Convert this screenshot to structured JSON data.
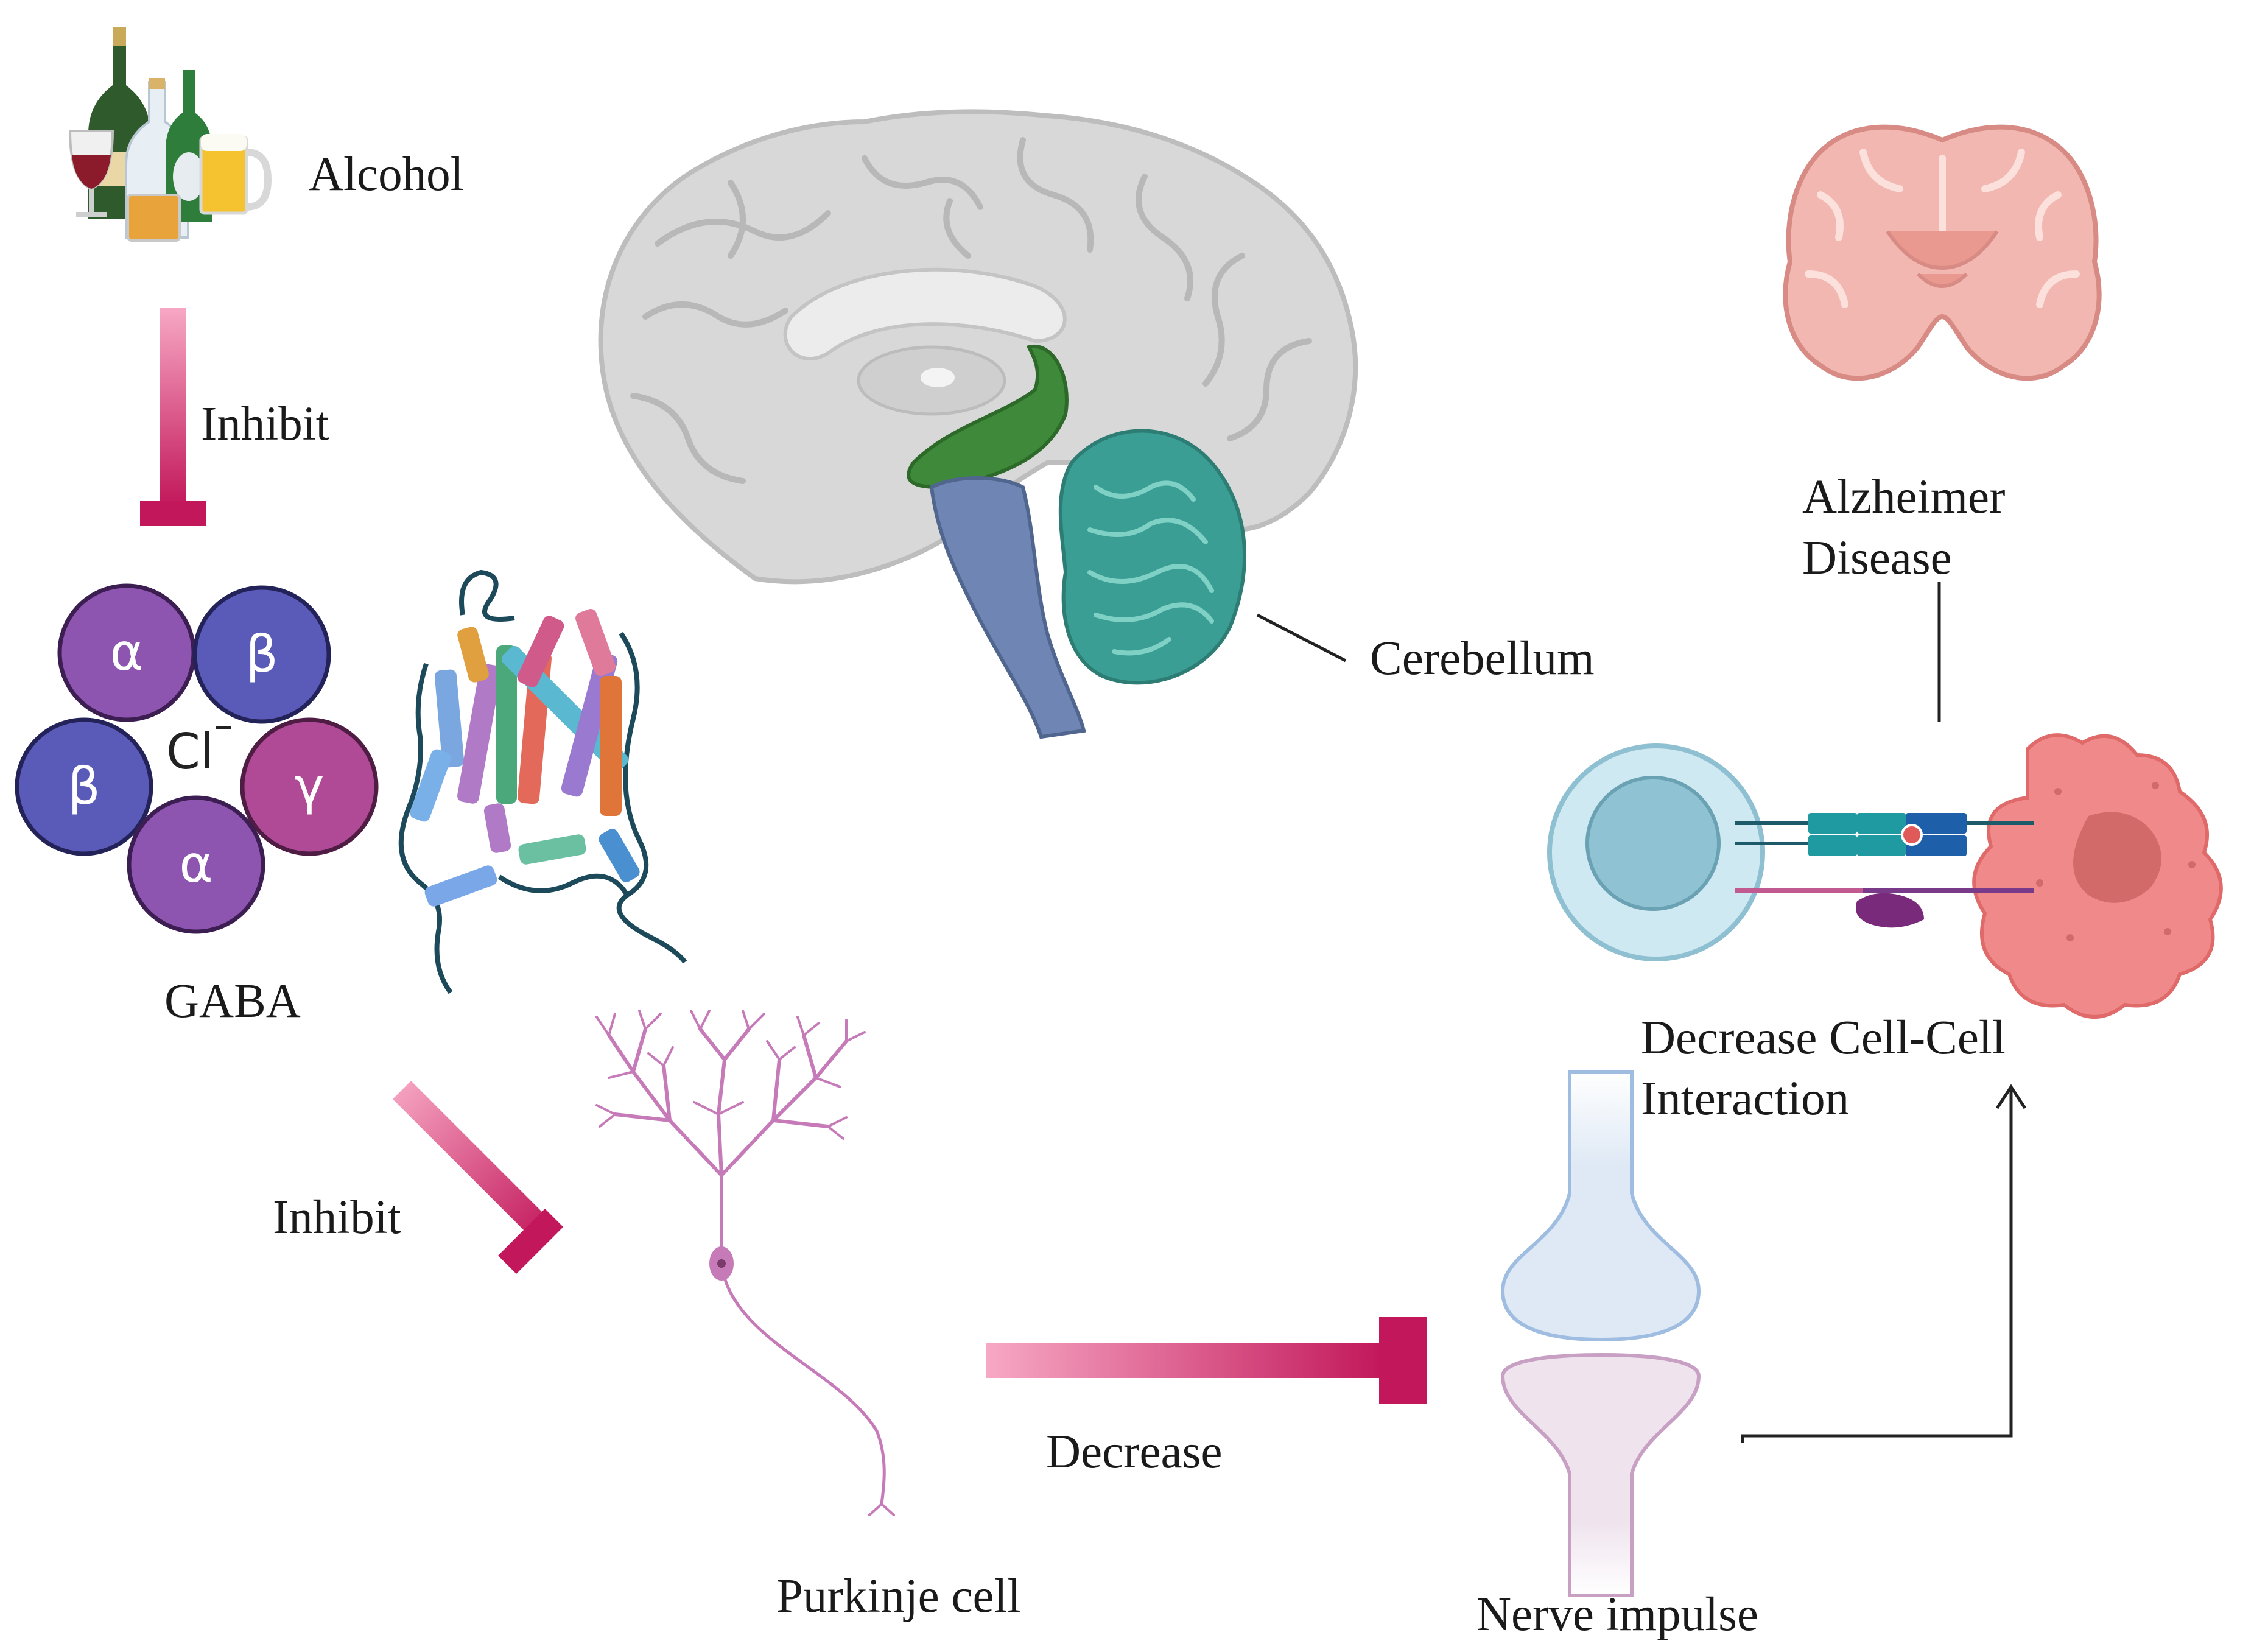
{
  "labels": {
    "alcohol": "Alcohol",
    "inhibit_1": "Inhibit",
    "gaba": "GABA",
    "inhibit_2": "Inhibit",
    "cerebellum": "Cerebellum",
    "alzheimer_line1": "Alzheimer",
    "alzheimer_line2": "Disease",
    "decrease_interaction_line1": "Decrease Cell-Cell",
    "decrease_interaction_line2": "Interaction",
    "decrease": "Decrease",
    "purkinje": "Purkinje cell",
    "nerve_impulse": "Nerve impulse"
  },
  "gaba_subunits": {
    "alpha": "α",
    "beta": "β",
    "gamma": "γ",
    "chloride": "Cl"
  },
  "colors": {
    "inhibit_arrow_dark": "#c2185b",
    "inhibit_arrow_light": "#f7a8c4",
    "subunit_alpha": "#8e55b0",
    "subunit_beta": "#5a5ab8",
    "subunit_gamma": "#b04a96",
    "brain_gray": "#d8d8d8",
    "cerebellum_teal": "#3a9e94",
    "brainstem_blue": "#6f86b5",
    "purkinje_pink": "#c67ab8",
    "synapse_blue": "#dfe9f5",
    "synapse_pink": "#efe4ee",
    "immune_cell": "#cfe9f2",
    "target_cell": "#f08a8a"
  }
}
